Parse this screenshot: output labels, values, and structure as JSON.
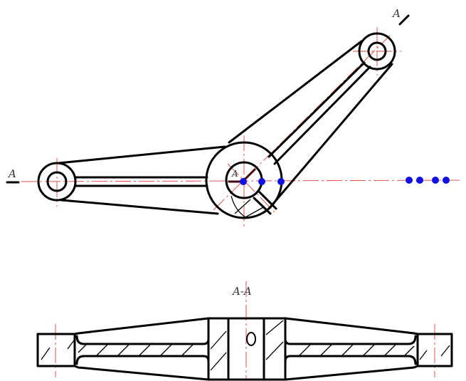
{
  "labels": {
    "section_left": "A",
    "section_right": "A",
    "hub_mark": "A",
    "section_title": "A-A"
  },
  "colors": {
    "outline": "#000000",
    "centerline": "#e04040",
    "marker": "#1010e0"
  },
  "markers": {
    "count": 7
  }
}
